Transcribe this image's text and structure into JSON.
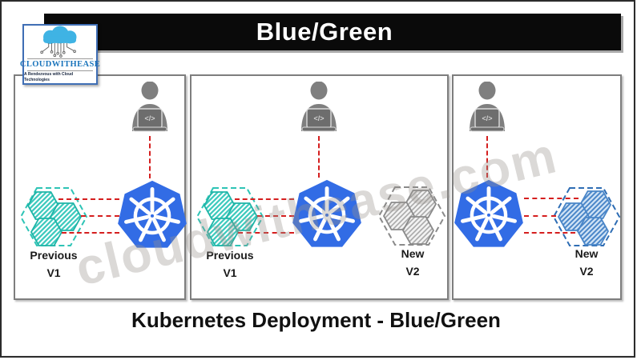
{
  "header": {
    "title": "Blue/Green"
  },
  "logo": {
    "name": "CLOUDWITHEASE",
    "tagline": "A Rendezvous with Cloud Technologies",
    "cloud_icon": "cloud-circuit-icon",
    "accent_blue": "#1b75bc",
    "cloud_blue": "#3fb3e4"
  },
  "watermark": {
    "text": "cloudwithease.com"
  },
  "caption": {
    "text": "Kubernetes Deployment - Blue/Green"
  },
  "icons": {
    "code_glyph": "</>",
    "developer_icon": "person-at-laptop",
    "kubernetes_icon": "kubernetes-wheel"
  },
  "colors": {
    "kubernetes_blue": "#326CE5",
    "previous_teal": "#2EC4B6",
    "new_gray": "#8a8a8a",
    "new_blue": "#3c79c2",
    "connector_red": "#d51f1f",
    "titlebar_black": "#0a0a0a"
  },
  "panels": [
    {
      "name": "stage-1-previous-only",
      "previous": {
        "line1": "Previous",
        "line2": "V1"
      }
    },
    {
      "name": "stage-2-previous-live-new-staged",
      "previous": {
        "line1": "Previous",
        "line2": "V1"
      },
      "new": {
        "line1": "New",
        "line2": "V2"
      }
    },
    {
      "name": "stage-3-new-live",
      "new": {
        "line1": "New",
        "line2": "V2"
      }
    }
  ]
}
